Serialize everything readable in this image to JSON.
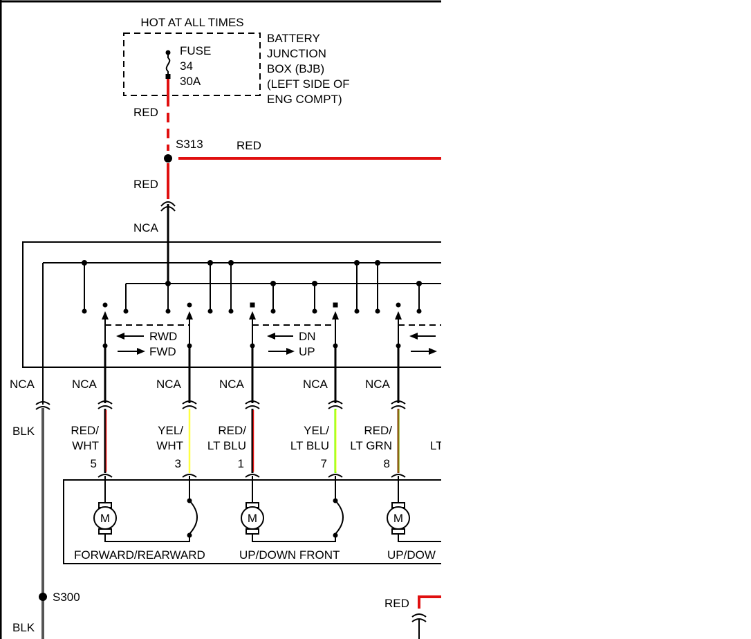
{
  "colors": {
    "red": "#e01010",
    "yellow": "#ffff40",
    "green": "#80ff00",
    "brown": "#8b4513",
    "gray": "#555555"
  },
  "fuse": {
    "hot_label": "HOT AT ALL TIMES",
    "name_lines": [
      "FUSE",
      "34",
      "30A"
    ],
    "bjb_lines": [
      "BATTERY",
      "JUNCTION",
      "BOX (BJB)",
      "(LEFT SIDE OF",
      "ENG COMPT)"
    ]
  },
  "wires": {
    "fuse_out": "RED",
    "branch_right": "RED",
    "to_connector": "RED",
    "connector_nca": "NCA",
    "ground_nca": "NCA",
    "ground_color": "BLK",
    "ground_color_bottom": "BLK",
    "bottom_right": "RED"
  },
  "splices": {
    "s313": "S313",
    "s300": "S300"
  },
  "switch_labels": {
    "rwd": "RWD",
    "fwd": "FWD",
    "dn": "DN",
    "up": "UP"
  },
  "motor_wires": [
    {
      "nca": "NCA",
      "color_line1": "RED/",
      "color_line2": "WHT",
      "pin": "5"
    },
    {
      "nca": "NCA",
      "color_line1": "YEL/",
      "color_line2": "WHT",
      "pin": "3"
    },
    {
      "nca": "NCA",
      "color_line1": "RED/",
      "color_line2": "LT BLU",
      "pin": "1"
    },
    {
      "nca": "NCA",
      "color_line1": "YEL/",
      "color_line2": "LT BLU",
      "pin": "7"
    },
    {
      "nca": "NCA",
      "color_line1": "RED/",
      "color_line2": "LT GRN",
      "pin": "8"
    },
    {
      "color_line2": "LT"
    }
  ],
  "motor_symbol": "M",
  "motors": {
    "forward_rearward": "FORWARD/REARWARD",
    "up_down_front": "UP/DOWN FRONT",
    "up_down_rear_partial": "UP/DOW"
  }
}
